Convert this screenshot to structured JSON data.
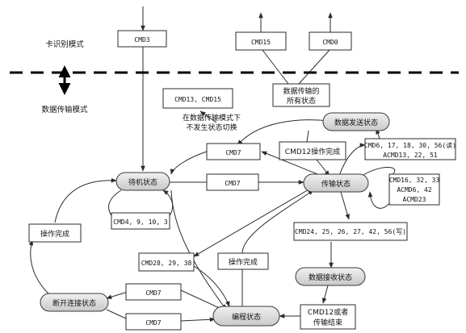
{
  "zones": {
    "card_identification": "卡识别模式",
    "data_transfer": "数据传输模式"
  },
  "states": {
    "standby": "待机状态",
    "transfer": "传输状态",
    "sending_data": "数据发送状态",
    "receiving_data": "数据接收状态",
    "programming": "编程状态",
    "disconnect": "断开连接状态"
  },
  "commands": {
    "cmd3": "CMD3",
    "cmd15": "CMD15",
    "cmd0": "CMD0",
    "cmd13_15": "CMD13, CMD15",
    "cmd7_top": "CMD7",
    "cmd7_mid": "CMD7",
    "cmd7_disc_a": "CMD7",
    "cmd7_disc_b": "CMD7",
    "cmd12_done": "CMD12操作完成",
    "cmd_read_line1": "CMD6, 17, 18, 30, 56(读)",
    "cmd_read_line2": "ACMD13, 22, 51",
    "cmd_tran_line1": "CMD16, 32, 33",
    "cmd_tran_line2": "ACMD6, 42",
    "cmd_tran_line3": "ACMD23",
    "cmd4_9_10_3": "CMD4, 9, 10, 3",
    "cmd_write": "CMD24, 25, 26, 27, 42, 56(写)",
    "cmd28_29_38": "CMD28, 29, 38",
    "op_done_left": "操作完成",
    "op_done_mid": "操作完成",
    "cmd12_end_line1": "CMD12或者",
    "cmd12_end_line2": "传输结束"
  },
  "notes": {
    "all_states_line1": "数据传输的",
    "all_states_line2": "所有状态",
    "no_change_line1": "在数据传输模式下",
    "no_change_line2": "不发生状态切换"
  },
  "colors": {
    "line": "#2b2b2b",
    "state_fill": "#dcdcdc",
    "box_fill": "#ffffff",
    "divider": "#000000"
  },
  "icons": {
    "mode_switch": "double-arrow-vertical"
  }
}
